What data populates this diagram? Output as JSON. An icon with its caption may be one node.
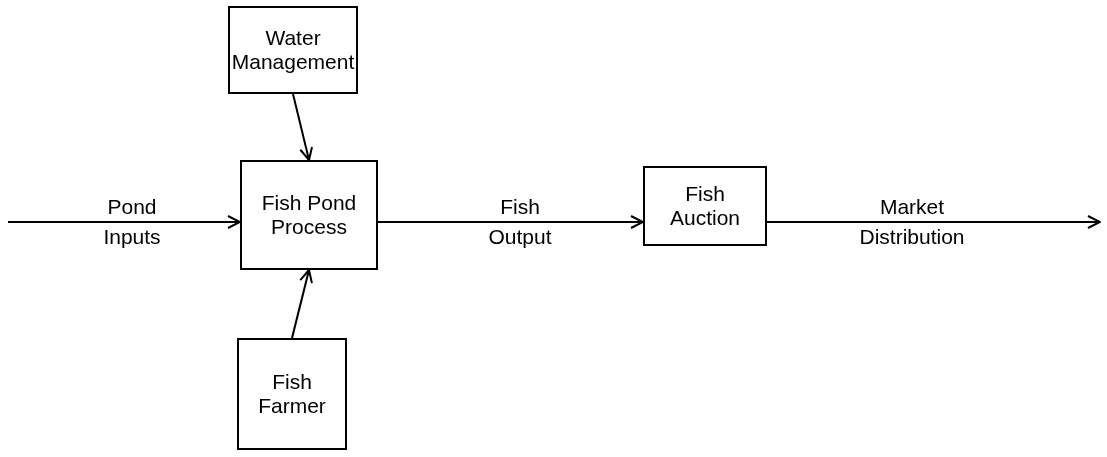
{
  "diagram": {
    "nodes": [
      {
        "text": [
          "Water Management"
        ]
      },
      {
        "text": [
          "Fish Pond Process"
        ]
      },
      {
        "text": [
          "Fish Farmer"
        ]
      },
      {
        "text": [
          "Fish Auction"
        ]
      }
    ],
    "edges": [
      {
        "from": 0,
        "to": 1,
        "arrow": "to"
      },
      {
        "from": 2,
        "to": 1,
        "arrow": "to"
      },
      {
        "from": null,
        "to": 1,
        "arrow": "to",
        "label": "Pond Inputs"
      },
      {
        "from": 1,
        "to": 3,
        "arrow": "to",
        "label": "Fish Output"
      },
      {
        "from": 3,
        "to": null,
        "arrow": "to",
        "label": "Market Distribution"
      }
    ]
  }
}
